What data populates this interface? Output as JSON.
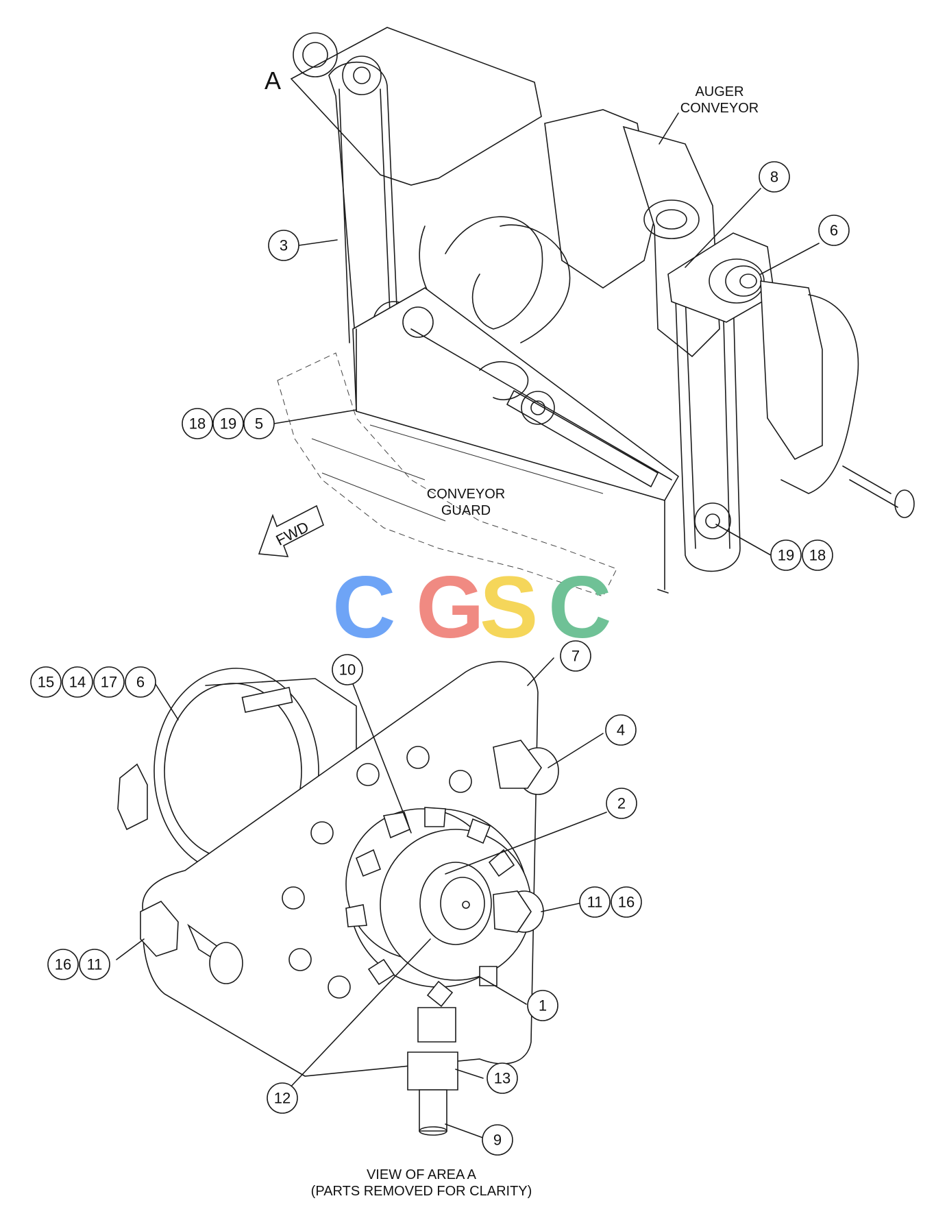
{
  "view_marker": "A",
  "labels": {
    "auger_line1": "AUGER",
    "auger_line2": "CONVEYOR",
    "guard_line1": "CONVEYOR",
    "guard_line2": "GUARD",
    "fwd": "FWD",
    "view_line1": "VIEW OF AREA A",
    "view_line2": "(PARTS REMOVED FOR CLARITY)"
  },
  "watermark": {
    "letters": [
      "C",
      "G",
      "S",
      "C"
    ],
    "colors": [
      "#6ea4f6",
      "#f08a82",
      "#f5d65a",
      "#6fc196"
    ]
  },
  "callouts": {
    "c3": "3",
    "c8": "8",
    "c6a": "6",
    "c18a": "18",
    "c19a": "19",
    "c5": "5",
    "c19b": "19",
    "c18b": "18",
    "c15": "15",
    "c14": "14",
    "c17": "17",
    "c6b": "6",
    "c10": "10",
    "c7": "7",
    "c4": "4",
    "c2": "2",
    "c11a": "11",
    "c16a": "16",
    "c16b": "16",
    "c11b": "11",
    "c1": "1",
    "c12": "12",
    "c13": "13",
    "c9": "9"
  }
}
